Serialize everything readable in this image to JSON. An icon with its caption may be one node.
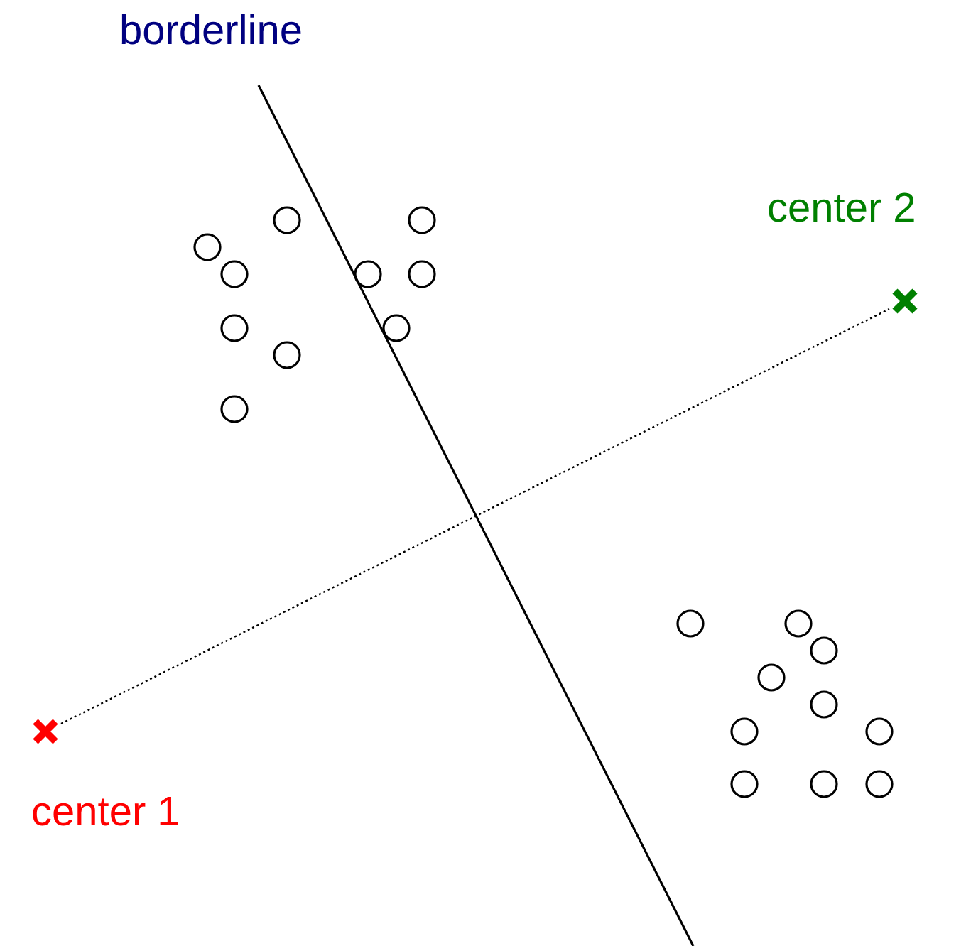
{
  "diagram": {
    "nodes": [
      {
        "text": [],
        "shape": "cross",
        "beside": [
          "center 1"
        ]
      },
      {
        "text": [],
        "shape": "cross",
        "beside": [
          "center 2"
        ]
      }
    ],
    "edges": [
      {
        "from": 0,
        "to": 1,
        "arrow": "none",
        "style": "dashed"
      }
    ],
    "labels": [
      "borderline"
    ]
  }
}
